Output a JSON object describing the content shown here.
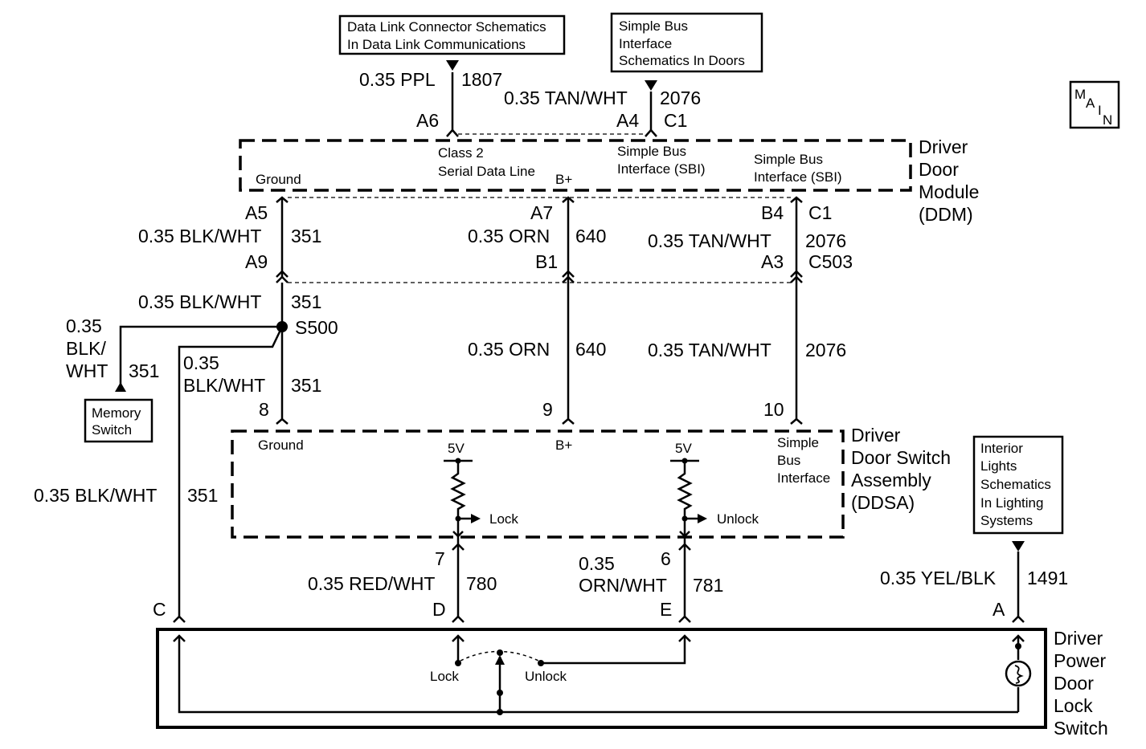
{
  "refs": {
    "dlc": [
      "Data Link Connector Schematics",
      "In Data Link Communications"
    ],
    "sbi": [
      "Simple Bus",
      "Interface",
      "Schematics In Doors"
    ],
    "memory": [
      "Memory",
      "Switch"
    ],
    "interior": [
      "Interior",
      "Lights",
      "Schematics",
      "In Lighting",
      "Systems"
    ],
    "main_badge": [
      "M",
      "A",
      "I",
      "N"
    ]
  },
  "ddm": {
    "name": [
      "Driver",
      "Door",
      "Module",
      "(DDM)"
    ],
    "pins": {
      "ground": "Ground",
      "class2": [
        "Class 2",
        "Serial Data Line"
      ],
      "bplus": "B+",
      "sbi1": [
        "Simple Bus",
        "Interface (SBI)"
      ],
      "sbi2": [
        "Simple Bus",
        "Interface (SBI)"
      ]
    }
  },
  "ddsa": {
    "name": [
      "Driver",
      "Door Switch",
      "Assembly",
      "(DDSA)"
    ],
    "pins": {
      "ground": "Ground",
      "bplus": "B+",
      "sbi": [
        "Simple",
        "Bus",
        "Interface"
      ],
      "v5a": "5V",
      "v5b": "5V",
      "lock": "Lock",
      "unlock": "Unlock"
    }
  },
  "lock_switch": {
    "name": [
      "Driver",
      "Power",
      "Door",
      "Lock",
      "Switch"
    ],
    "lock": "Lock",
    "unlock": "Unlock"
  },
  "wires": {
    "ppl": {
      "gauge": "0.35 PPL",
      "circuit": "1807",
      "pin": "A6"
    },
    "tanwht_top": {
      "gauge": "0.35 TAN/WHT",
      "circuit": "2076",
      "pin": "A4",
      "conn": "C1"
    },
    "blkwht_1": {
      "pin_top": "A5",
      "gauge": "0.35 BLK/WHT",
      "circuit": "351",
      "pin_bot": "A9"
    },
    "orn_1": {
      "pin_top": "A7",
      "gauge": "0.35 ORN",
      "circuit": "640",
      "pin_bot": "B1"
    },
    "tanwht_1": {
      "pin_top": "B4",
      "conn_top": "C1",
      "gauge": "0.35 TAN/WHT",
      "circuit": "2076",
      "pin_bot": "A3",
      "conn_bot": "C503"
    },
    "blkwht_2": {
      "gauge": "0.35 BLK/WHT",
      "circuit": "351",
      "splice": "S500"
    },
    "blkwht_mem": {
      "gauge": [
        "0.35",
        "BLK/",
        "WHT"
      ],
      "circuit": "351"
    },
    "blkwht_3": {
      "gauge": [
        "0.35",
        "BLK/WHT"
      ],
      "circuit": "351",
      "pin": "8"
    },
    "orn_2": {
      "gauge": "0.35 ORN",
      "circuit": "640",
      "pin": "9"
    },
    "tanwht_2": {
      "gauge": "0.35 TAN/WHT",
      "circuit": "2076",
      "pin": "10"
    },
    "blkwht_4": {
      "gauge": "0.35 BLK/WHT",
      "circuit": "351",
      "pin": "C"
    },
    "redwht": {
      "pin_top": "7",
      "gauge": "0.35 RED/WHT",
      "circuit": "780",
      "pin_bot": "D"
    },
    "ornwht": {
      "pin_top": "6",
      "gauge": [
        "0.35",
        "ORN/WHT"
      ],
      "circuit": "781",
      "pin_bot": "E"
    },
    "yelblk": {
      "gauge": "0.35 YEL/BLK",
      "circuit": "1491",
      "pin": "A"
    }
  }
}
